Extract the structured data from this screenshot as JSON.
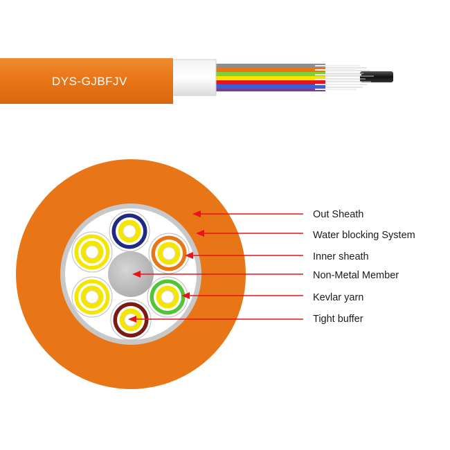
{
  "cable": {
    "model": "DYS-GJBFJV",
    "sheath_color": "#E87516"
  },
  "labels": [
    {
      "id": "out-sheath",
      "text": "Out Sheath"
    },
    {
      "id": "water-blocking",
      "text": "Water blocking System"
    },
    {
      "id": "inner-sheath",
      "text": "Inner sheath"
    },
    {
      "id": "non-metal-member",
      "text": "Non-Metal Member"
    },
    {
      "id": "kevlar-yarn",
      "text": "Kevlar yarn"
    },
    {
      "id": "tight-buffer",
      "text": "Tight buffer"
    }
  ],
  "colors": {
    "arrow": "#E8141B",
    "fiber_yellow": "#F5E600",
    "center_member": "#B8B8B8",
    "ring_blue": "#1F2A80",
    "ring_orange": "#E87516",
    "ring_green": "#52C536",
    "ring_brown": "#7A1C14",
    "ring_yellow": "#F5E600"
  },
  "fibers": [
    {
      "name": "fiber-blue",
      "ring": "ring_blue"
    },
    {
      "name": "fiber-orange",
      "ring": "ring_orange"
    },
    {
      "name": "fiber-green",
      "ring": "ring_green"
    },
    {
      "name": "fiber-brown",
      "ring": "ring_brown"
    },
    {
      "name": "fiber-yellow-left-bottom",
      "ring": "ring_yellow"
    },
    {
      "name": "fiber-yellow-left-top",
      "ring": "ring_yellow"
    }
  ]
}
